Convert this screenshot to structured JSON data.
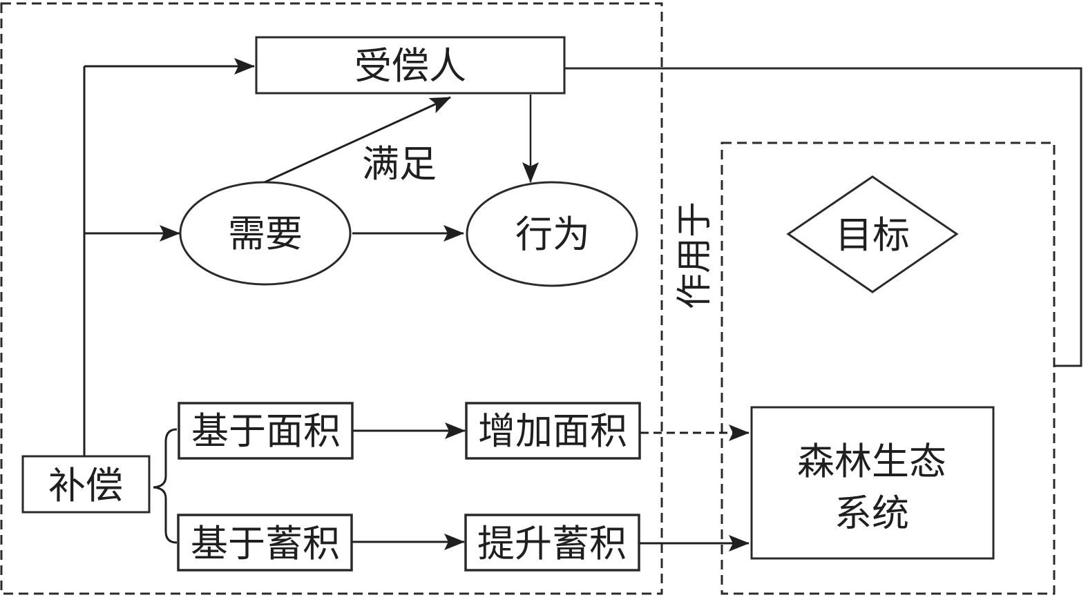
{
  "diagram": {
    "title": "",
    "colors": {
      "stroke": "#2a2a2a",
      "text": "#1f1f1f",
      "background": "#ffffff"
    },
    "groups": {
      "left_region": {
        "style": "dashed"
      },
      "right_region": {
        "style": "dashed"
      }
    },
    "nodes": {
      "recipient": {
        "label": "受偿人",
        "shape": "rectangle"
      },
      "need": {
        "label": "需要",
        "shape": "ellipse"
      },
      "behavior": {
        "label": "行为",
        "shape": "ellipse"
      },
      "compensation": {
        "label": "补偿",
        "shape": "rectangle"
      },
      "area_based": {
        "label": "基于面积",
        "shape": "rectangle"
      },
      "stock_based": {
        "label": "基于蓄积",
        "shape": "rectangle"
      },
      "increase_area": {
        "label": "增加面积",
        "shape": "rectangle"
      },
      "raise_stock": {
        "label": "提升蓄积",
        "shape": "rectangle"
      },
      "goal": {
        "label": "目标",
        "shape": "diamond"
      },
      "forest_ecosystem": {
        "label_line1": "森林生态",
        "label_line2": "系统",
        "shape": "rectangle"
      }
    },
    "edge_labels": {
      "satisfy": "满足",
      "acts_on": "作用于"
    },
    "edges": [
      {
        "from": "compensation",
        "to": "recipient",
        "style": "solid",
        "arrow": true
      },
      {
        "from": "compensation",
        "to": "need",
        "style": "solid",
        "arrow": true
      },
      {
        "from": "need",
        "to": "recipient",
        "style": "solid",
        "arrow": true,
        "label": "满足"
      },
      {
        "from": "need",
        "to": "behavior",
        "style": "solid",
        "arrow": true
      },
      {
        "from": "recipient",
        "to": "behavior",
        "style": "solid",
        "arrow": true
      },
      {
        "from": "compensation",
        "to": "area_based",
        "style": "brace",
        "arrow": false
      },
      {
        "from": "compensation",
        "to": "stock_based",
        "style": "brace",
        "arrow": false
      },
      {
        "from": "area_based",
        "to": "increase_area",
        "style": "solid",
        "arrow": true
      },
      {
        "from": "stock_based",
        "to": "raise_stock",
        "style": "solid",
        "arrow": true
      },
      {
        "from": "increase_area",
        "to": "forest_ecosystem",
        "style": "dashed",
        "arrow": true
      },
      {
        "from": "raise_stock",
        "to": "forest_ecosystem",
        "style": "solid",
        "arrow": true
      },
      {
        "from": "recipient",
        "to": "right_region",
        "style": "solid",
        "arrow": false
      }
    ]
  }
}
